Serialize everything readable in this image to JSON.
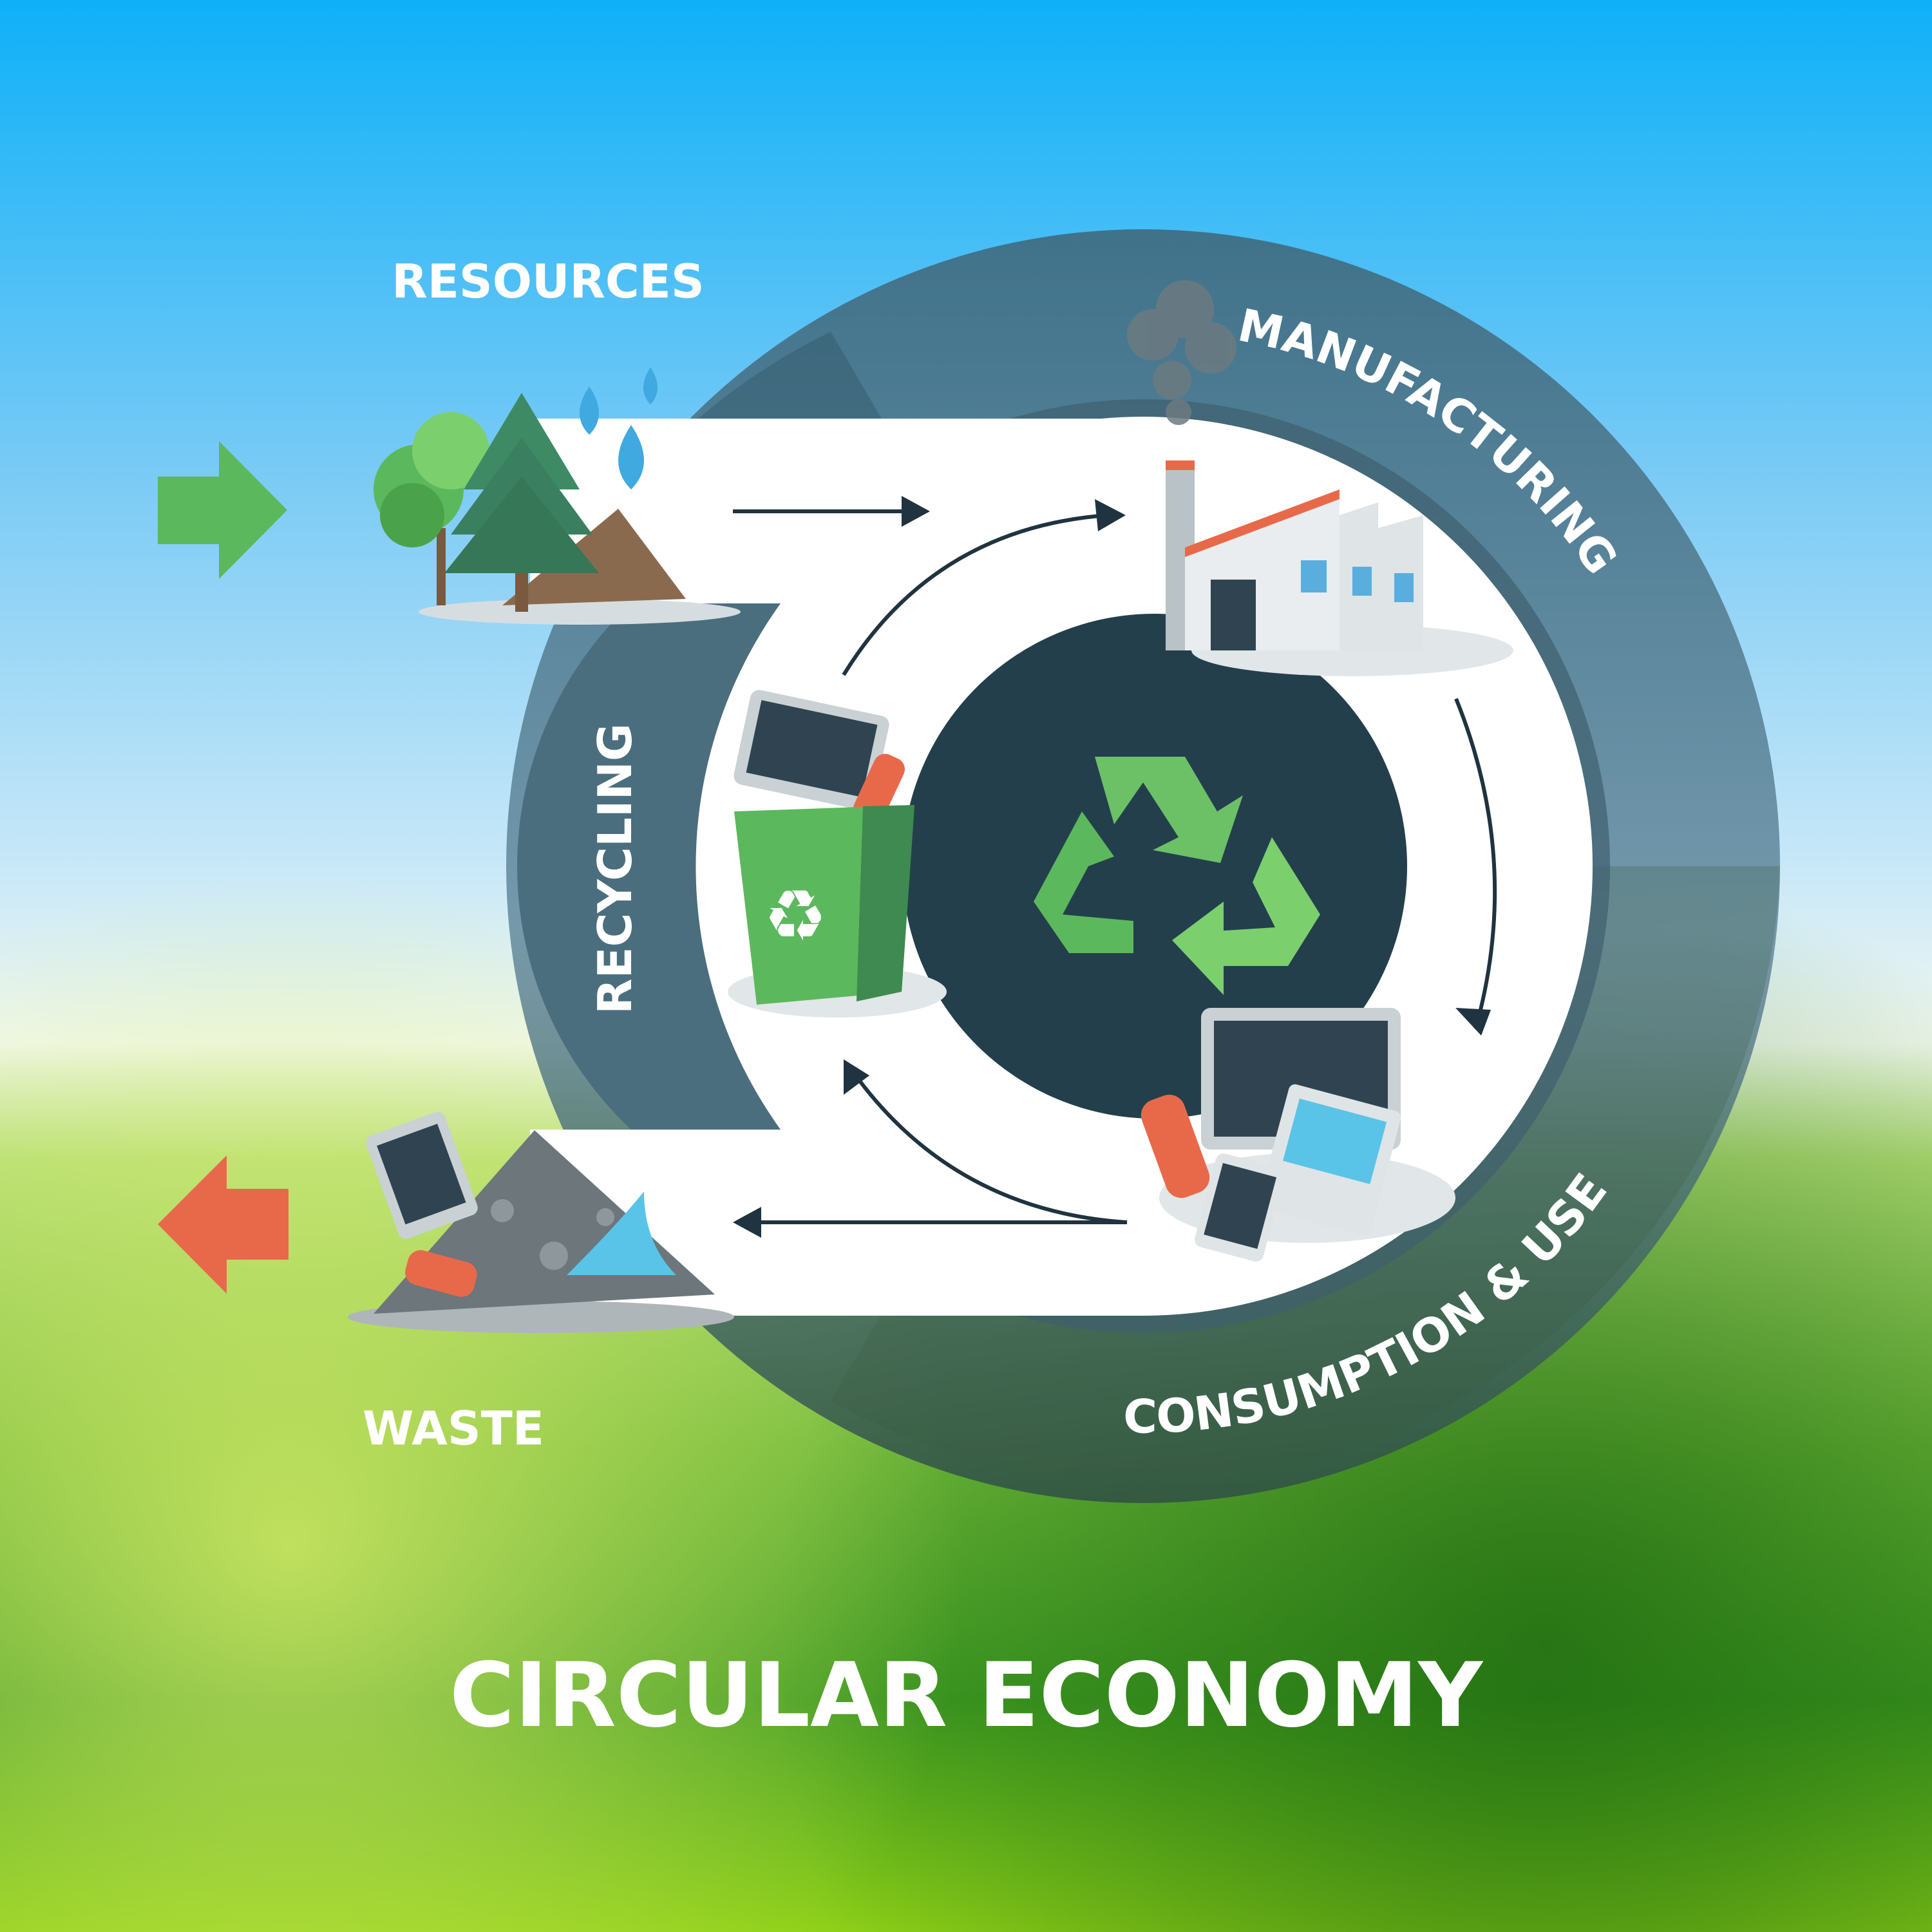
{
  "title": "CIRCULAR ECONOMY",
  "stages": {
    "resources": "RESOURCES",
    "manufacturing": "MANUFACTURING",
    "consumption": "CONSUMPTION & USE",
    "recycling": "RECYCLING",
    "waste": "WASTE"
  },
  "icons": {
    "input_arrow": "arrow-right-icon",
    "output_arrow": "arrow-left-icon",
    "center": "recycle-icon"
  },
  "colors": {
    "input_arrow": "#5cb85c",
    "output_arrow": "#e8694a",
    "ring_dark": "#4a6f80",
    "ring_light": "#6f97ab",
    "center_circle": "#233f4c",
    "recycle_symbol": "#6cc066",
    "flow_arrows": "#1f3340"
  }
}
